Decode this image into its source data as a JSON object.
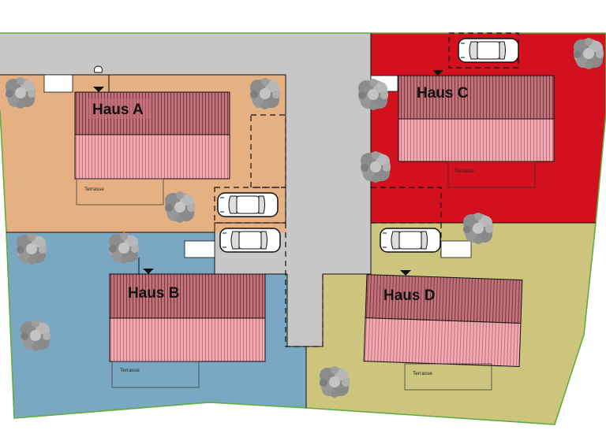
{
  "site_plan": {
    "houses": [
      {
        "id": "a",
        "label": "Haus A",
        "plot_color": "#e5b082"
      },
      {
        "id": "b",
        "label": "Haus B",
        "plot_color": "#7aa7c1"
      },
      {
        "id": "c",
        "label": "Haus C",
        "plot_color": "#d2101e"
      },
      {
        "id": "d",
        "label": "Haus D",
        "plot_color": "#cdc47e"
      }
    ],
    "terraces": [
      {
        "house": "a",
        "label": "Terrasse"
      },
      {
        "house": "b",
        "label": "Terrasse"
      },
      {
        "house": "c",
        "label": "Terrasse"
      },
      {
        "house": "d",
        "label": "Terrasse"
      }
    ],
    "colors": {
      "road": "#c7c7c7",
      "roof_dark": "#c4707a",
      "roof_light": "#f2a9b3",
      "boundary": "#5fae3f",
      "tree": "#9a9a9a"
    }
  }
}
